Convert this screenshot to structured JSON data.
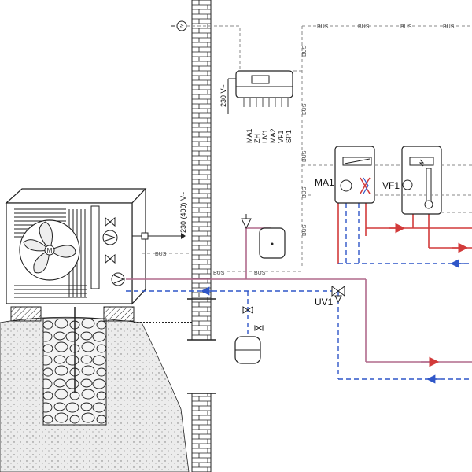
{
  "labels": {
    "bus": "BUS",
    "voltage_230": "230 V~",
    "voltage_230_400": "230 (400) V~",
    "terminals": [
      "MA1",
      "ZH",
      "UV1",
      "MA2",
      "VF1",
      "SP1"
    ],
    "ma1": "MA1",
    "vf1": "VF1",
    "uv1": "UV1",
    "sensor_symbol": "ϑ",
    "fan_symbol": "M"
  },
  "colors": {
    "supply": "#d23a3a",
    "return": "#2f56c8",
    "pink_pipe": "#b06a8c",
    "bus_line": "#8a8a8a",
    "outline": "#111111",
    "wall": "#ffffff",
    "ground": "#e8e8e8"
  }
}
